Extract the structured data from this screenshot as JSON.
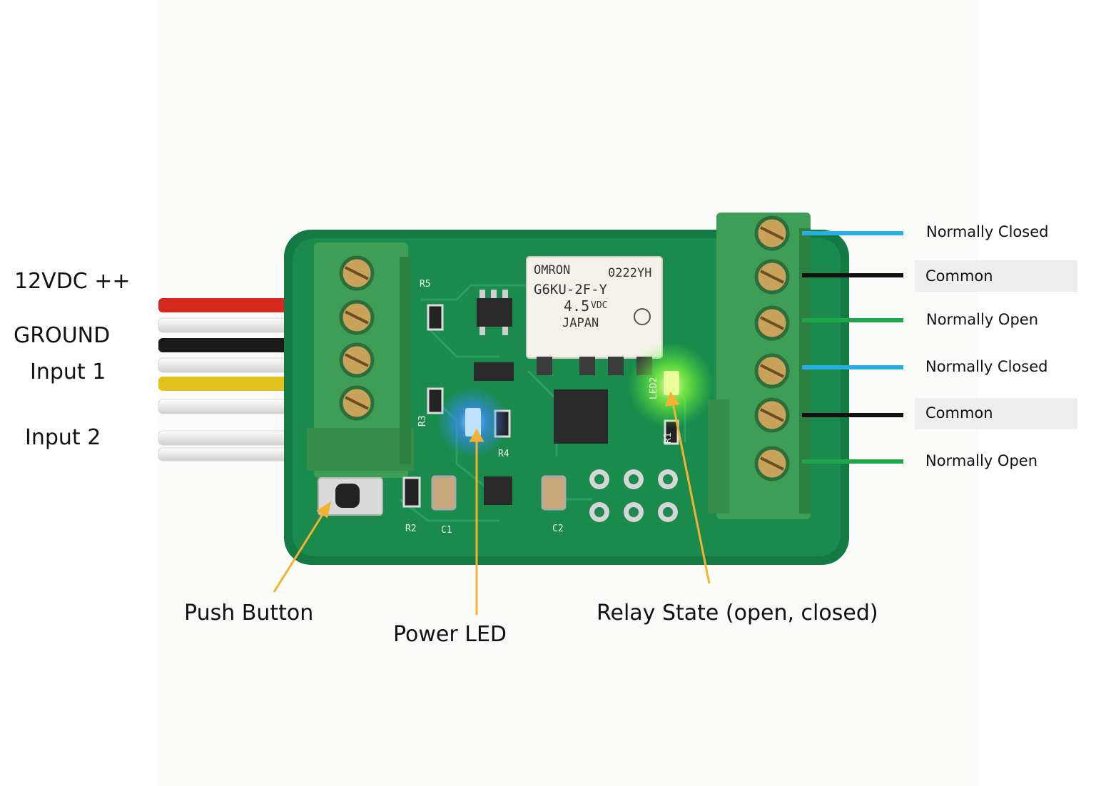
{
  "left_labels": {
    "power": "12VDC ++",
    "ground": "GROUND",
    "input1": "Input 1",
    "input2": "Input 2"
  },
  "right_labels": {
    "nc1": "Normally Closed",
    "com1": "Common",
    "no1": "Normally Open",
    "nc2": "Normally Closed",
    "com2": "Common",
    "no2": "Normally Open"
  },
  "bottom_labels": {
    "push_button": "Push Button",
    "power_led": "Power LED",
    "relay_state": "Relay State (open, closed)"
  },
  "relay": {
    "brand": "OMRON",
    "code": "0222YH",
    "model": "G6KU-2F-Y",
    "voltage": "4.5",
    "unit": "VDC",
    "origin": "JAPAN"
  },
  "silkscreen": {
    "r5": "R5",
    "r3": "R3",
    "r4": "R4",
    "r2": "R2",
    "r1": "R1",
    "c1": "C1",
    "c2": "C2",
    "led2": "LED2"
  },
  "colors": {
    "pcb": "#16804a",
    "terminal": "#3f9e55",
    "wire_red": "#d42b1e",
    "wire_black": "#1a1a1a",
    "wire_yellow": "#e2c21c",
    "wire_white": "#f2f2f2",
    "line_blue": "#29aee3",
    "line_black": "#111111",
    "line_green": "#1fa64a",
    "arrow": "#f2b233",
    "led_blue": "#3a8cff",
    "led_green": "#8aff3a"
  }
}
